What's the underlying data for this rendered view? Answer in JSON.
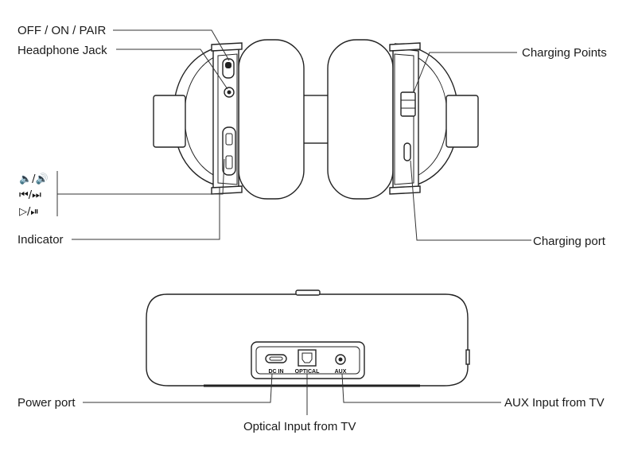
{
  "labels": {
    "off_on_pair": "OFF / ON / PAIR",
    "headphone_jack": "Headphone Jack",
    "indicator": "Indicator",
    "charging_points": "Charging Points",
    "charging_port": "Charging port",
    "power_port": "Power port",
    "optical_input": "Optical Input from TV",
    "aux_input": "AUX Input from TV"
  },
  "button_symbols": {
    "volume": "🔈/🔊",
    "track": "⏮/⏭",
    "play": "▷/⏯"
  },
  "port_labels": {
    "dc_in": "DC IN",
    "optical": "OPTICAL",
    "aux": "AUX"
  }
}
